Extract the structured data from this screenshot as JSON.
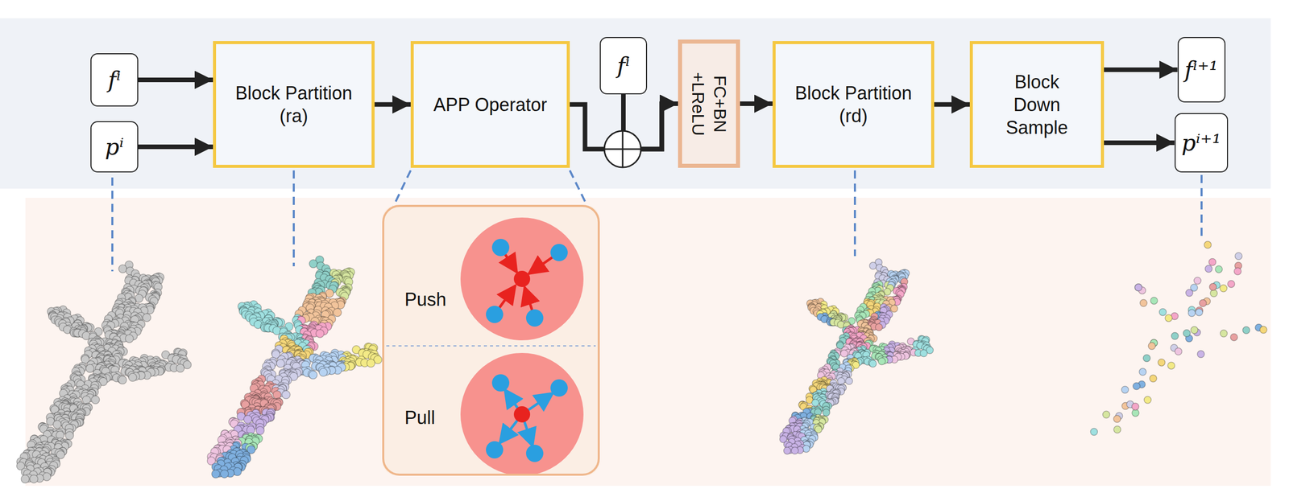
{
  "diagram": {
    "nodes": [
      {
        "text": [
          "fⁱ"
        ]
      },
      {
        "text": [
          "pⁱ"
        ]
      },
      {
        "text": [
          "Block Partition (ra)"
        ]
      },
      {
        "text": [
          "APP Operator"
        ]
      },
      {
        "text": [
          "fⁱ"
        ]
      },
      {
        "text": [
          "FC+BN +LReLU"
        ]
      },
      {
        "text": [
          "Block Partition (rd)"
        ]
      },
      {
        "text": [
          "Block Down Sample"
        ]
      },
      {
        "text": [
          "fⁱ⁺¹"
        ]
      },
      {
        "text": [
          "pⁱ⁺¹"
        ]
      },
      {
        "text": [
          "Push",
          "Pull"
        ]
      }
    ],
    "edges": [
      {
        "from": 0,
        "to": 2,
        "arrow": "to"
      },
      {
        "from": 1,
        "to": 2,
        "arrow": "to"
      },
      {
        "from": 2,
        "to": 3,
        "arrow": "to"
      },
      {
        "from": 3,
        "to": 5,
        "arrow": "to"
      },
      {
        "from": 4,
        "to": 5,
        "arrow": "to"
      },
      {
        "from": 5,
        "to": 6,
        "arrow": "to"
      },
      {
        "from": 6,
        "to": 7,
        "arrow": "to"
      },
      {
        "from": 7,
        "to": 8,
        "arrow": "to"
      },
      {
        "from": 7,
        "to": 9,
        "arrow": "to"
      }
    ]
  }
}
